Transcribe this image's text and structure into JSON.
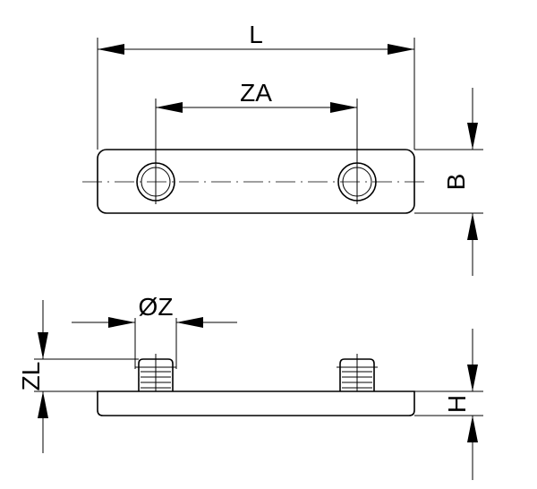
{
  "labels": {
    "length": "L",
    "hole_spacing": "ZA",
    "width": "B",
    "thread_diameter": "ØZ",
    "thread_length": "ZL",
    "height": "H"
  }
}
